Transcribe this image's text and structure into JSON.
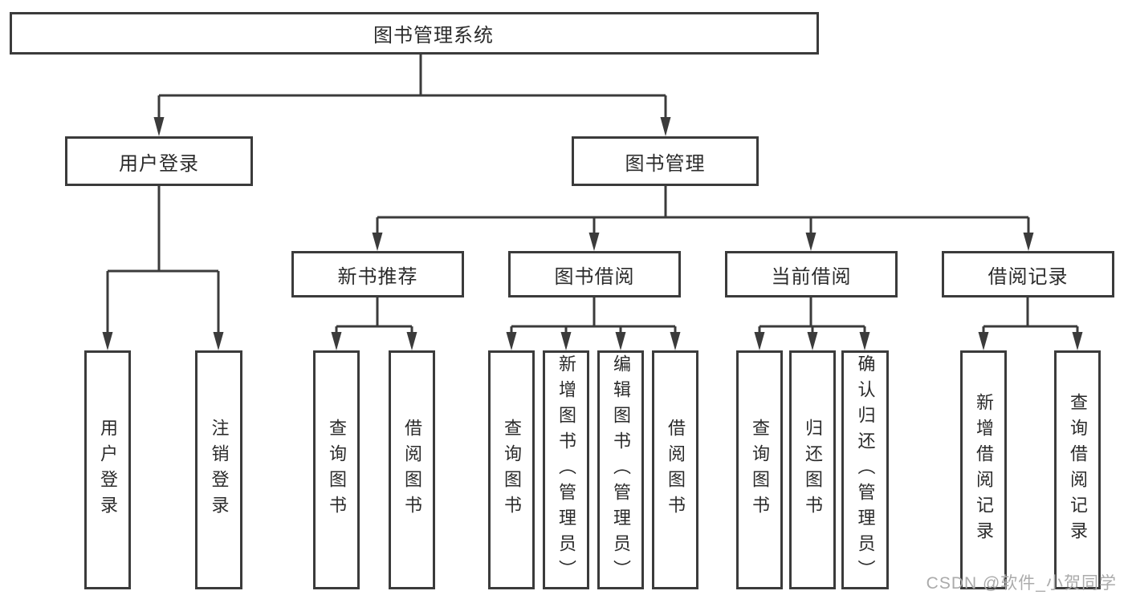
{
  "nodes": {
    "root": {
      "label": "图书管理系统"
    },
    "user_login": {
      "label": "用户登录",
      "children": [
        "用户登录",
        "注销登录"
      ]
    },
    "book_mgmt": {
      "label": "图书管理"
    },
    "new_books": {
      "label": "新书推荐",
      "children": [
        "查询图书",
        "借阅图书"
      ]
    },
    "book_borrow": {
      "label": "图书借阅",
      "children": [
        "查询图书",
        "新增图书（管理员）",
        "编辑图书（管理员）",
        "借阅图书"
      ]
    },
    "current_borrow": {
      "label": "当前借阅",
      "children": [
        "查询图书",
        "归还图书",
        "确认归还（管理员）"
      ]
    },
    "borrow_records": {
      "label": "借阅记录",
      "children": [
        "新增借阅记录",
        "查询借阅记录"
      ]
    }
  },
  "watermark": "CSDN @软件_小贺同学",
  "colors": {
    "line": "#3b3b3b",
    "text": "#2b2b2b",
    "watermark": "#ababab",
    "background": "#ffffff"
  }
}
